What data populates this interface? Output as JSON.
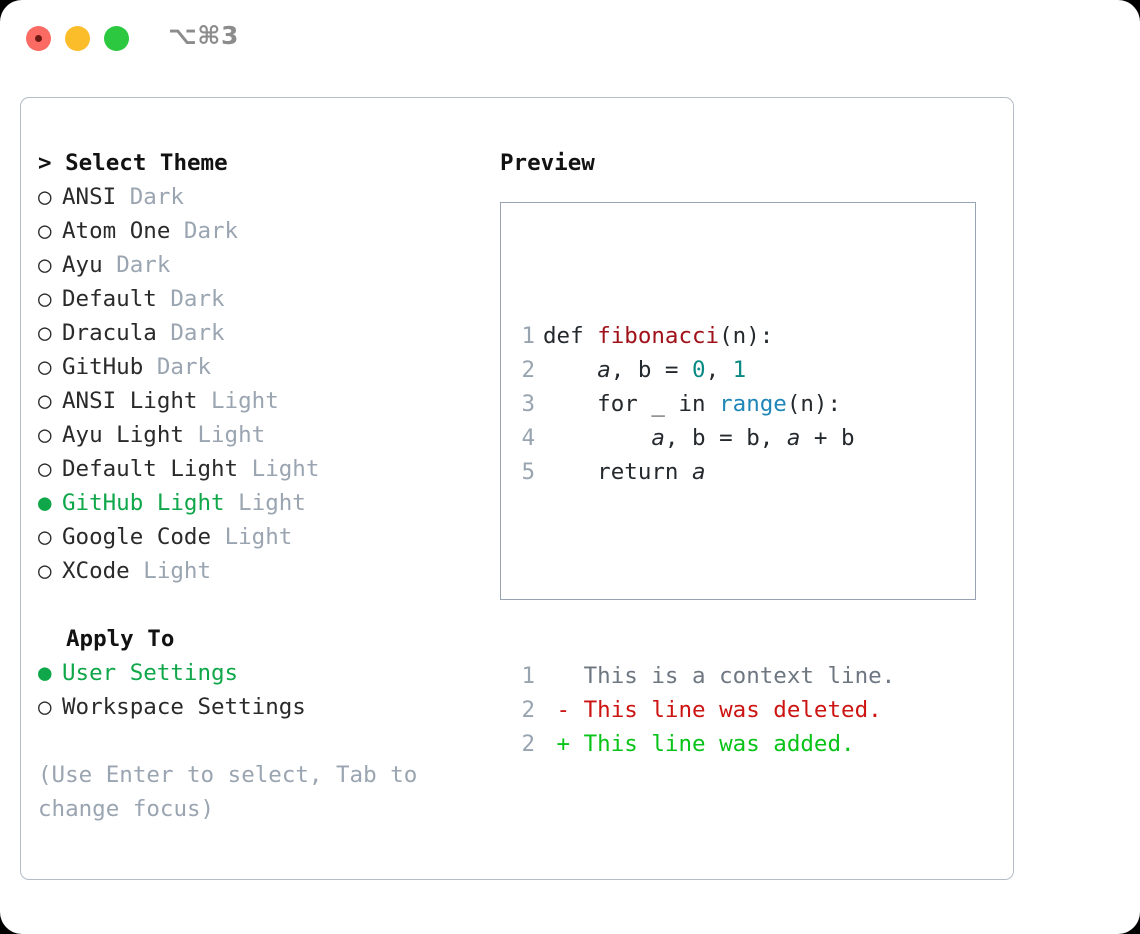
{
  "titlebar": {
    "shortcut": "⌥⌘3",
    "lights": [
      "close-red",
      "minimize-yellow",
      "zoom-green"
    ]
  },
  "colors": {
    "selection_green": "#0fa749",
    "tag_gray": "#9aa5b1",
    "panel_border": "#b4bcc7",
    "preview_border": "#97a3b0",
    "diff_add": "#09c318",
    "diff_del": "#cc1412",
    "diff_ctx": "#6e7781",
    "code_fn": "#a0111a",
    "code_num": "#0a8a84",
    "code_builtin": "#1f86b8"
  },
  "theme_list": {
    "header": "> Select Theme",
    "header_prefix": ">",
    "header_label": "Select Theme",
    "items": [
      {
        "marker": "○",
        "selected": false,
        "label": "ANSI",
        "tag": "Dark"
      },
      {
        "marker": "○",
        "selected": false,
        "label": "Atom One",
        "tag": "Dark"
      },
      {
        "marker": "○",
        "selected": false,
        "label": "Ayu",
        "tag": "Dark"
      },
      {
        "marker": "○",
        "selected": false,
        "label": "Default",
        "tag": "Dark"
      },
      {
        "marker": "○",
        "selected": false,
        "label": "Dracula",
        "tag": "Dark"
      },
      {
        "marker": "○",
        "selected": false,
        "label": "GitHub",
        "tag": "Dark"
      },
      {
        "marker": "○",
        "selected": false,
        "label": "ANSI Light",
        "tag": "Light"
      },
      {
        "marker": "○",
        "selected": false,
        "label": "Ayu Light",
        "tag": "Light"
      },
      {
        "marker": "○",
        "selected": false,
        "label": "Default Light",
        "tag": "Light"
      },
      {
        "marker": "●",
        "selected": true,
        "label": "GitHub Light",
        "tag": "Light"
      },
      {
        "marker": "○",
        "selected": false,
        "label": "Google Code",
        "tag": "Light"
      },
      {
        "marker": "○",
        "selected": false,
        "label": "XCode",
        "tag": "Light"
      }
    ]
  },
  "apply_to": {
    "header": "Apply To",
    "items": [
      {
        "marker": "●",
        "selected": true,
        "label": "User Settings"
      },
      {
        "marker": "○",
        "selected": false,
        "label": "Workspace Settings"
      }
    ]
  },
  "hint": "(Use Enter to select, Tab to change focus)",
  "preview": {
    "title": "Preview",
    "code_lines": [
      {
        "number": "1",
        "tokens": [
          {
            "text": "def ",
            "type": "kw"
          },
          {
            "text": "fibonacci",
            "type": "fn"
          },
          {
            "text": "(n):",
            "type": "punct"
          }
        ]
      },
      {
        "number": "2",
        "tokens": [
          {
            "text": "    ",
            "type": "punct"
          },
          {
            "text": "a",
            "type": "var"
          },
          {
            "text": ", b = ",
            "type": "punct"
          },
          {
            "text": "0",
            "type": "num"
          },
          {
            "text": ", ",
            "type": "punct"
          },
          {
            "text": "1",
            "type": "num"
          }
        ]
      },
      {
        "number": "3",
        "tokens": [
          {
            "text": "    for _ in ",
            "type": "kw"
          },
          {
            "text": "range",
            "type": "builtin"
          },
          {
            "text": "(n):",
            "type": "punct"
          }
        ]
      },
      {
        "number": "4",
        "tokens": [
          {
            "text": "        ",
            "type": "punct"
          },
          {
            "text": "a",
            "type": "var"
          },
          {
            "text": ", b = b, ",
            "type": "punct"
          },
          {
            "text": "a",
            "type": "var"
          },
          {
            "text": " + b",
            "type": "punct"
          }
        ]
      },
      {
        "number": "5",
        "tokens": [
          {
            "text": "    return ",
            "type": "kw"
          },
          {
            "text": "a",
            "type": "var"
          }
        ]
      }
    ],
    "diff_lines": [
      {
        "number": "1",
        "sign": " ",
        "text": "This is a context line.",
        "kind": "context"
      },
      {
        "number": "2",
        "sign": "-",
        "text": "This line was deleted.",
        "kind": "deleted"
      },
      {
        "number": "2",
        "sign": "+",
        "text": "This line was added.",
        "kind": "added"
      }
    ]
  }
}
